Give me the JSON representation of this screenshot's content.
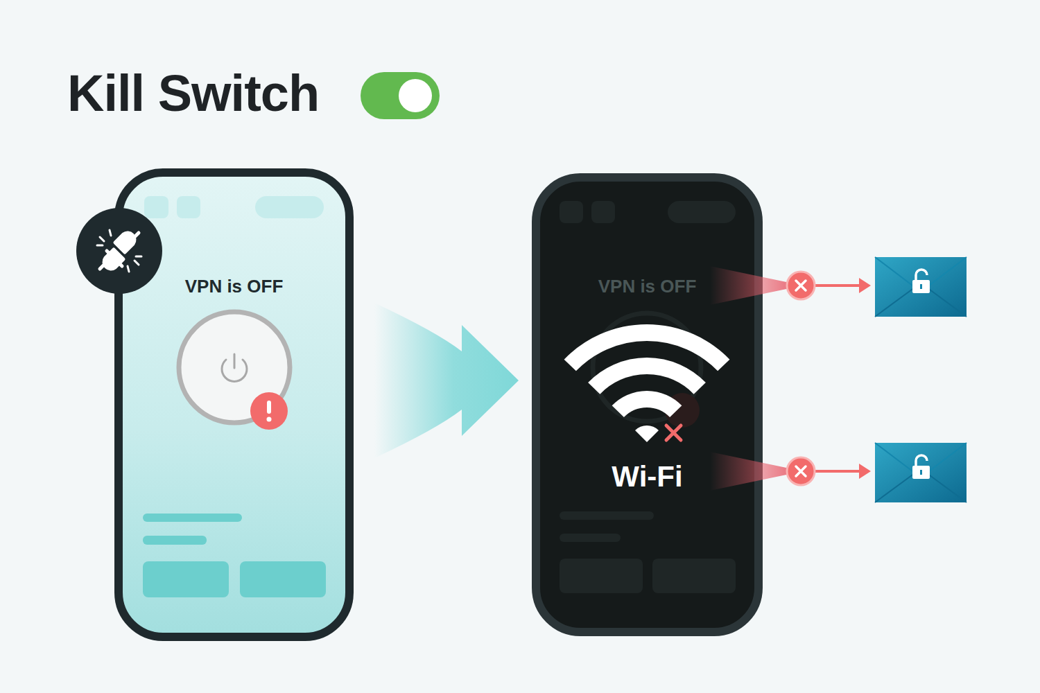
{
  "diagram": {
    "title": "Kill Switch",
    "nodes": [
      {
        "text": [
          "VPN is OFF"
        ]
      },
      {
        "text": [
          "VPN is OFF",
          "Wi-Fi"
        ]
      }
    ],
    "edges": [
      {
        "from": 0,
        "to": 1,
        "arrow": "to"
      }
    ]
  }
}
